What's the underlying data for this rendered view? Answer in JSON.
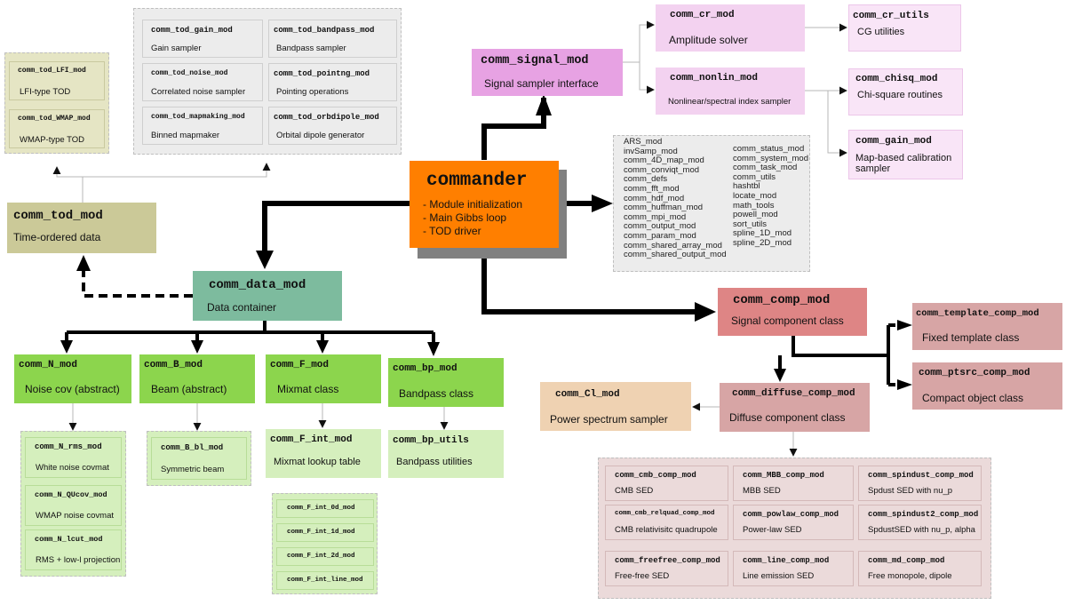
{
  "colors": {
    "orange": "#ff7f00",
    "magenta": "#e7a2e3",
    "light_magenta": "#f3d2f0",
    "olive": "#cbc998",
    "teal": "#7dbb9e",
    "green": "#8cd54d",
    "light_green": "#d5efbd",
    "rose": "#de8585",
    "light_rose": "#d7a5a5",
    "tan": "#efd2b2",
    "grey_group": "#ececec",
    "rose_group": "#ebdada",
    "olive_group": "#e5e5c4"
  },
  "commander": {
    "title": "commander",
    "lines": [
      "- Module initialization",
      "- Main Gibbs loop",
      "- TOD driver"
    ]
  },
  "signal_mod": {
    "name": "comm_signal_mod",
    "desc": "Signal sampler interface"
  },
  "cr_mod": {
    "name": "comm_cr_mod",
    "desc": "Amplitude solver"
  },
  "cr_utils": {
    "name": "comm_cr_utils",
    "desc": "CG utilities"
  },
  "nonlin_mod": {
    "name": "comm_nonlin_mod",
    "desc": "Nonlinear/spectral index sampler"
  },
  "chisq_mod": {
    "name": "comm_chisq_mod",
    "desc": "Chi-square routines"
  },
  "gain_mod": {
    "name": "comm_gain_mod",
    "desc": "Map-based calibration sampler"
  },
  "utility_modules": {
    "left": [
      "ARS_mod",
      "invSamp_mod",
      "comm_4D_map_mod",
      "comm_conviqt_mod",
      "comm_defs",
      "comm_fft_mod",
      "comm_hdf_mod",
      "comm_huffman_mod",
      "comm_mpi_mod",
      "comm_output_mod",
      "comm_param_mod",
      "comm_shared_array_mod",
      "comm_shared_output_mod"
    ],
    "right": [
      "comm_status_mod",
      "comm_system_mod",
      "comm_task_mod",
      "comm_utils",
      "hashtbl",
      "locate_mod",
      "math_tools",
      "powell_mod",
      "sort_utils",
      "spline_1D_mod",
      "spline_2D_mod"
    ]
  },
  "tod_group": [
    {
      "name": "comm_tod_gain_mod",
      "desc": "Gain sampler"
    },
    {
      "name": "comm_tod_bandpass_mod",
      "desc": "Bandpass sampler"
    },
    {
      "name": "comm_tod_noise_mod",
      "desc": "Correlated noise sampler"
    },
    {
      "name": "comm_tod_pointng_mod",
      "desc": "Pointing operations"
    },
    {
      "name": "comm_tod_mapmaking_mod",
      "desc": "Binned mapmaker"
    },
    {
      "name": "comm_tod_orbdipole_mod",
      "desc": "Orbital dipole generator"
    }
  ],
  "tod_instr": [
    {
      "name": "comm_tod_LFI_mod",
      "desc": "LFI-type TOD"
    },
    {
      "name": "comm_tod_WMAP_mod",
      "desc": "WMAP-type TOD"
    }
  ],
  "tod_mod": {
    "name": "comm_tod_mod",
    "desc": "Time-ordered data"
  },
  "data_mod": {
    "name": "comm_data_mod",
    "desc": "Data container"
  },
  "N_mod": {
    "name": "comm_N_mod",
    "desc": "Noise cov (abstract)"
  },
  "B_mod": {
    "name": "comm_B_mod",
    "desc": "Beam (abstract)"
  },
  "F_mod": {
    "name": "comm_F_mod",
    "desc": "Mixmat class"
  },
  "bp_mod": {
    "name": "comm_bp_mod",
    "desc": "Bandpass class"
  },
  "N_group": [
    {
      "name": "comm_N_rms_mod",
      "desc": "White noise covmat"
    },
    {
      "name": "comm_N_QUcov_mod",
      "desc": "WMAP noise covmat"
    },
    {
      "name": "comm_N_lcut_mod",
      "desc": "RMS + low-l projection"
    }
  ],
  "B_group": [
    {
      "name": "comm_B_bl_mod",
      "desc": "Symmetric beam"
    }
  ],
  "F_int_mod": {
    "name": "comm_F_int_mod",
    "desc": "Mixmat lookup table"
  },
  "F_int_group": [
    "comm_F_int_0d_mod",
    "comm_F_int_1d_mod",
    "comm_F_int_2d_mod",
    "comm_F_int_line_mod"
  ],
  "bp_utils": {
    "name": "comm_bp_utils",
    "desc": "Bandpass utilities"
  },
  "comp_mod": {
    "name": "comm_comp_mod",
    "desc": "Signal component class"
  },
  "template_comp_mod": {
    "name": "comm_template_comp_mod",
    "desc": "Fixed template class"
  },
  "ptsrc_comp_mod": {
    "name": "comm_ptsrc_comp_mod",
    "desc": "Compact object class"
  },
  "Cl_mod": {
    "name": "comm_Cl_mod",
    "desc": "Power spectrum sampler"
  },
  "diffuse_comp_mod": {
    "name": "comm_diffuse_comp_mod",
    "desc": "Diffuse component class"
  },
  "diffuse_group": [
    {
      "name": "comm_cmb_comp_mod",
      "desc": "CMB SED"
    },
    {
      "name": "comm_MBB_comp_mod",
      "desc": "MBB SED"
    },
    {
      "name": "comm_spindust_comp_mod",
      "desc": "Spdust SED with nu_p"
    },
    {
      "name": "comm_cmb_relquad_comp_mod",
      "desc": "CMB relativisitc quadrupole"
    },
    {
      "name": "comm_powlaw_comp_mod",
      "desc": "Power-law SED"
    },
    {
      "name": "comm_spindust2_comp_mod",
      "desc": "SpdustSED with nu_p, alpha"
    },
    {
      "name": "comm_freefree_comp_mod",
      "desc": "Free-free SED"
    },
    {
      "name": "comm_line_comp_mod",
      "desc": "Line emission SED"
    },
    {
      "name": "comm_md_comp_mod",
      "desc": "Free monopole, dipole"
    }
  ]
}
